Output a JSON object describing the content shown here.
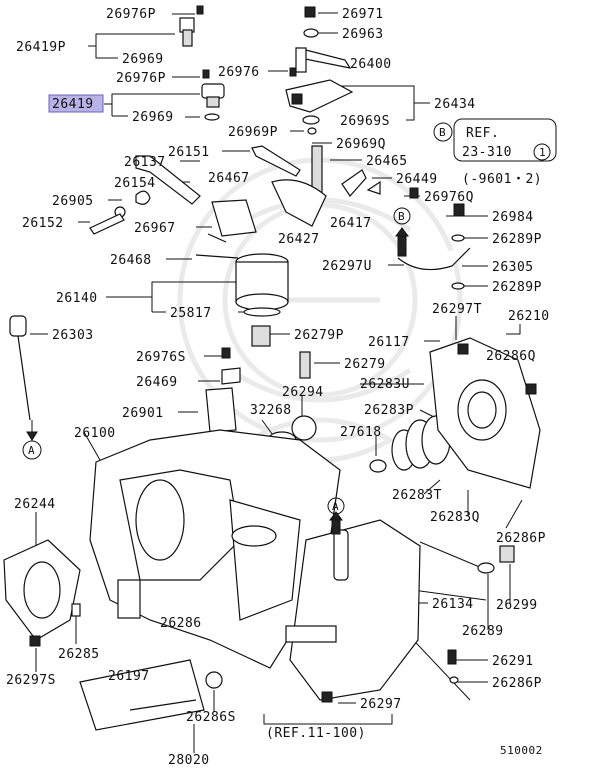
{
  "labels": {
    "p26976P_top": "26976P",
    "p26971": "26971",
    "p26419P": "26419P",
    "p26963": "26963",
    "p26969_a": "26969",
    "p26400": "26400",
    "p26976P_b": "26976P",
    "p26976": "26976",
    "p26419": "26419",
    "p26434": "26434",
    "p26969_b": "26969",
    "p26969S": "26969S",
    "ref_circle_B": "B",
    "ref_text_1": "REF.",
    "ref_text_2": "23-310",
    "ref_circle_1": "1",
    "p26969P": "26969P",
    "p26151": "26151",
    "p26969Q": "26969Q",
    "p26137": "26137",
    "p26465": "26465",
    "p26154": "26154",
    "p26467": "26467",
    "p26449": "26449",
    "p26449_note": "(-9601・2)",
    "p26905": "26905",
    "p26976Q": "26976Q",
    "p26152": "26152",
    "p26417": "26417",
    "p26984": "26984",
    "p26967": "26967",
    "p26427": "26427",
    "circle_B": "B",
    "p26289P_a": "26289P",
    "p26468": "26468",
    "p26297U": "26297U",
    "p26305": "26305",
    "p26140": "26140",
    "p26289P_b": "26289P",
    "p25817": "25817",
    "p26297T": "26297T",
    "p26210": "26210",
    "p26303": "26303",
    "p26279P": "26279P",
    "p26117": "26117",
    "p26286Q": "26286Q",
    "p26976S": "26976S",
    "p26279": "26279",
    "p26469": "26469",
    "p26283U": "26283U",
    "p26294": "26294",
    "p26901": "26901",
    "p32268": "32268",
    "p26283P": "26283P",
    "circle_A_left": "A",
    "p26100": "26100",
    "p27618": "27618",
    "p26283T": "26283T",
    "p26244": "26244",
    "circle_A_mid": "A",
    "p26283Q": "26283Q",
    "p26286P_a": "26286P",
    "p26134": "26134",
    "p26299": "26299",
    "p26286": "26286",
    "p26285": "26285",
    "p26289": "26289",
    "p26297S": "26297S",
    "p26197": "26197",
    "p26291": "26291",
    "p26286P_b": "26286P",
    "p26297": "26297",
    "p26286S": "26286S",
    "ref_bottom": "(REF.11-100)",
    "p28020": "28020",
    "diagram_id": "510002"
  },
  "colors": {
    "ink": "#111111",
    "highlight": "#b7b3e6",
    "watermark": "#e2e2e2"
  }
}
